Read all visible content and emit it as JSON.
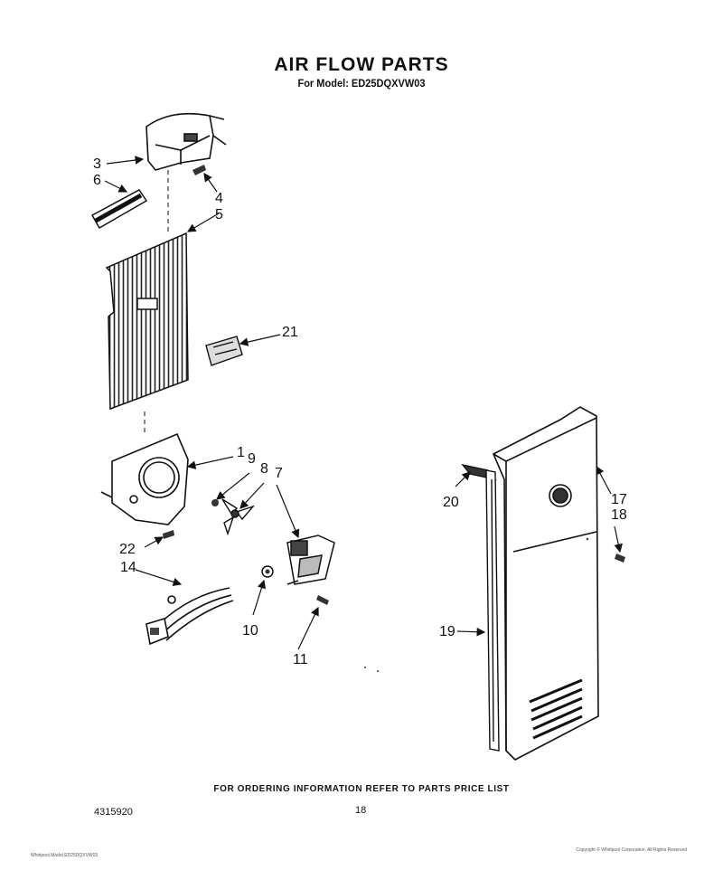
{
  "header": {
    "title": "AIR FLOW PARTS",
    "model_line": "For Model: ED25DQXVW03"
  },
  "callouts": [
    {
      "id": "c3",
      "text": "3"
    },
    {
      "id": "c6",
      "text": "6"
    },
    {
      "id": "c4",
      "text": "4"
    },
    {
      "id": "c5",
      "text": "5"
    },
    {
      "id": "c21",
      "text": "21"
    },
    {
      "id": "c1",
      "text": "1"
    },
    {
      "id": "c9",
      "text": "9"
    },
    {
      "id": "c8",
      "text": "8"
    },
    {
      "id": "c7",
      "text": "7"
    },
    {
      "id": "c22",
      "text": "22"
    },
    {
      "id": "c14",
      "text": "14"
    },
    {
      "id": "c10",
      "text": "10"
    },
    {
      "id": "c11",
      "text": "11"
    },
    {
      "id": "c20",
      "text": "20"
    },
    {
      "id": "c17",
      "text": "17"
    },
    {
      "id": "c18",
      "text": "18"
    },
    {
      "id": "c19",
      "text": "19"
    }
  ],
  "footer": {
    "ordering_note": "FOR ORDERING INFORMATION REFER TO PARTS PRICE LIST",
    "part_number": "4315920",
    "page_number": "18",
    "fine_print_left": "Whirlpool Model ED25DQXVW03",
    "fine_print_right": "Copyright © Whirlpool Corporation. All Rights Reserved"
  },
  "colors": {
    "ink": "#111111",
    "paper": "#ffffff"
  }
}
